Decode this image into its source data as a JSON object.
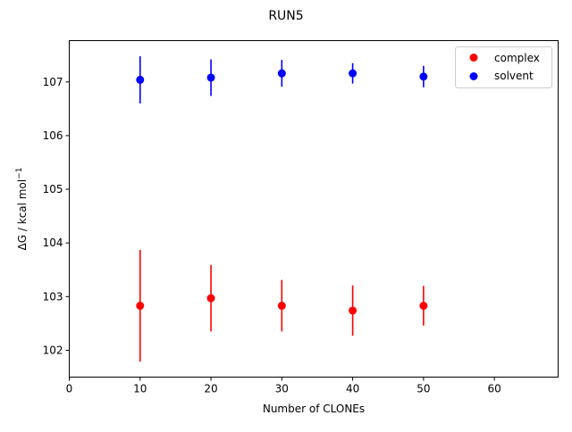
{
  "chart_data": {
    "type": "scatter",
    "title": "RUN5",
    "xlabel": "Number of CLONEs",
    "ylabel_main": "ΔG / kcal mol",
    "ylabel_sup": "−1",
    "xlim": [
      0,
      69
    ],
    "ylim": [
      101.5,
      107.77
    ],
    "x_ticks": [
      0,
      10,
      20,
      30,
      40,
      50,
      60
    ],
    "y_ticks": [
      102,
      103,
      104,
      105,
      106,
      107
    ],
    "grid": false,
    "legend_position": "top-right",
    "series": [
      {
        "name": "complex",
        "color": "#ff0000",
        "x": [
          10,
          20,
          30,
          40,
          50
        ],
        "y": [
          102.83,
          102.97,
          102.83,
          102.74,
          102.83
        ],
        "err": [
          1.04,
          0.62,
          0.48,
          0.47,
          0.37
        ]
      },
      {
        "name": "solvent",
        "color": "#0000ff",
        "x": [
          10,
          20,
          30,
          40,
          50
        ],
        "y": [
          107.04,
          107.08,
          107.16,
          107.16,
          107.1
        ],
        "err": [
          0.44,
          0.34,
          0.25,
          0.19,
          0.2
        ]
      }
    ]
  }
}
